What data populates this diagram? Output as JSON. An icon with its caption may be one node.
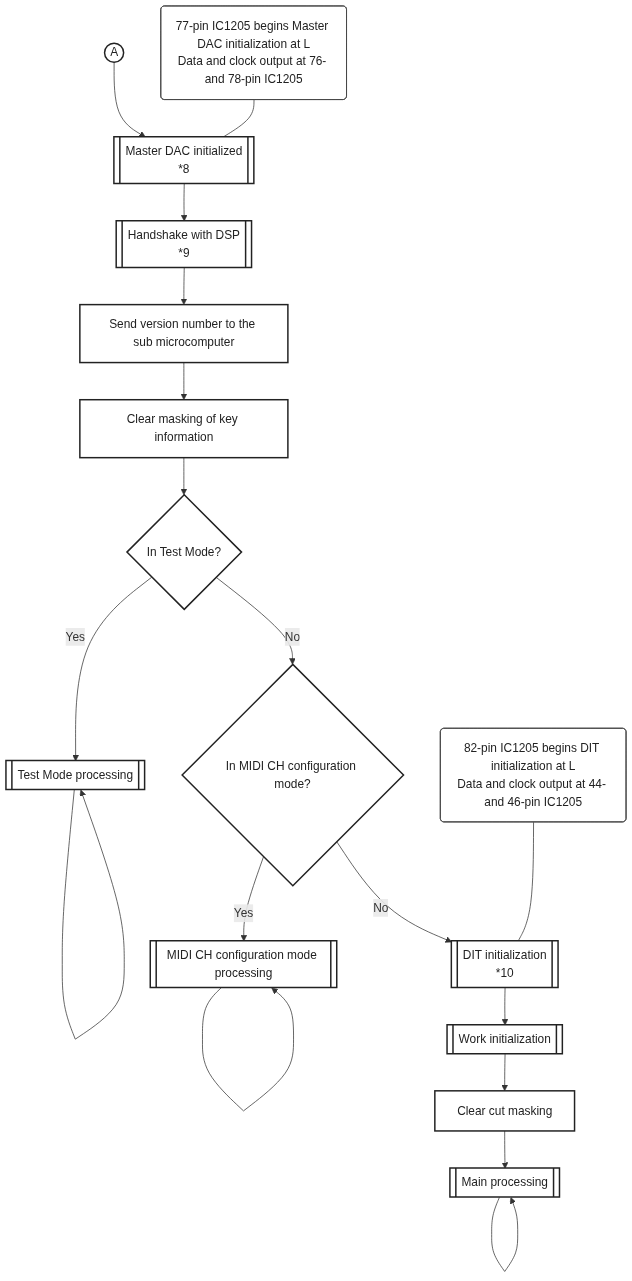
{
  "diagram": {
    "nodes": [
      {
        "text": [
          "A"
        ]
      },
      {
        "text": [
          "Master DAC initialized"
        ],
        "beside": [
          "*8"
        ]
      },
      {
        "text": [
          "77-pin IC1205 begins Master DAC initialization at L",
          "Data and clock output at 76- and 78-pin IC1205"
        ]
      },
      {
        "text": [
          "Handshake with DSP"
        ],
        "beside": [
          "*9"
        ]
      },
      {
        "text": [
          "Send version number to the sub microcomputer"
        ]
      },
      {
        "text": [
          "Clear masking of key information"
        ]
      },
      {
        "text": [
          "In Test Mode?"
        ]
      },
      {
        "text": [
          "Test Mode processing"
        ]
      },
      {
        "text": [
          "In MIDI CH configuration mode?"
        ]
      },
      {
        "text": [
          "MIDI CH configuration mode processing"
        ]
      },
      {
        "text": [
          "DIT initialization"
        ],
        "beside": [
          "*10"
        ]
      },
      {
        "text": [
          "82-pin IC1205 begins DIT initialization at L",
          "Data and clock output at 44- and 46-pin IC1205"
        ]
      },
      {
        "text": [
          "Work initialization"
        ]
      },
      {
        "text": [
          "Clear cut masking"
        ]
      },
      {
        "text": [
          "Main processing"
        ]
      }
    ],
    "edges": [
      {
        "from": 0,
        "to": 1,
        "arrow": "to"
      },
      {
        "from": 2,
        "to": 1,
        "arrow": "none"
      },
      {
        "from": 1,
        "to": 3,
        "arrow": "to"
      },
      {
        "from": 3,
        "to": 4,
        "arrow": "to"
      },
      {
        "from": 4,
        "to": 5,
        "arrow": "to"
      },
      {
        "from": 5,
        "to": 6,
        "arrow": "to"
      },
      {
        "from": 6,
        "to": 7,
        "label": "Yes",
        "arrow": "to"
      },
      {
        "from": 7,
        "to": 7,
        "arrow": "to"
      },
      {
        "from": 6,
        "to": 8,
        "label": "No",
        "arrow": "to"
      },
      {
        "from": 8,
        "to": 9,
        "label": "Yes",
        "arrow": "to"
      },
      {
        "from": 9,
        "to": 9,
        "arrow": "to"
      },
      {
        "from": 8,
        "to": 10,
        "label": "No",
        "arrow": "to"
      },
      {
        "from": 11,
        "to": 10,
        "arrow": "none"
      },
      {
        "from": 10,
        "to": 12,
        "arrow": "to"
      },
      {
        "from": 12,
        "to": 13,
        "arrow": "to"
      },
      {
        "from": 13,
        "to": 14,
        "arrow": "to"
      },
      {
        "from": 14,
        "to": 14,
        "arrow": "to"
      }
    ]
  }
}
